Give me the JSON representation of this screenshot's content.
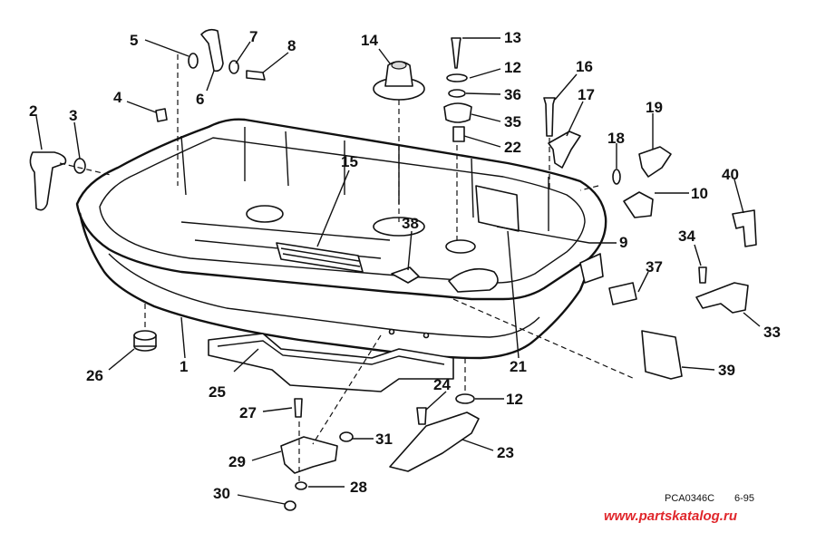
{
  "labels": {
    "l1": "1",
    "l2": "2",
    "l3": "3",
    "l4": "4",
    "l5": "5",
    "l6": "6",
    "l7": "7",
    "l8": "8",
    "l9": "9",
    "l10": "10",
    "l12a": "12",
    "l12b": "12",
    "l13": "13",
    "l14": "14",
    "l15": "15",
    "l16": "16",
    "l17": "17",
    "l18": "18",
    "l19": "19",
    "l21": "21",
    "l22": "22",
    "l23": "23",
    "l24": "24",
    "l25": "25",
    "l26": "26",
    "l27": "27",
    "l28": "28",
    "l29": "29",
    "l30": "30",
    "l31": "31",
    "l33": "33",
    "l34": "34",
    "l35": "35",
    "l36": "36",
    "l37": "37",
    "l38": "38",
    "l39": "39",
    "l40": "40"
  },
  "footer": {
    "code": "PCA0346C",
    "date": "6-95",
    "watermark": "www.partskatalog.ru"
  }
}
